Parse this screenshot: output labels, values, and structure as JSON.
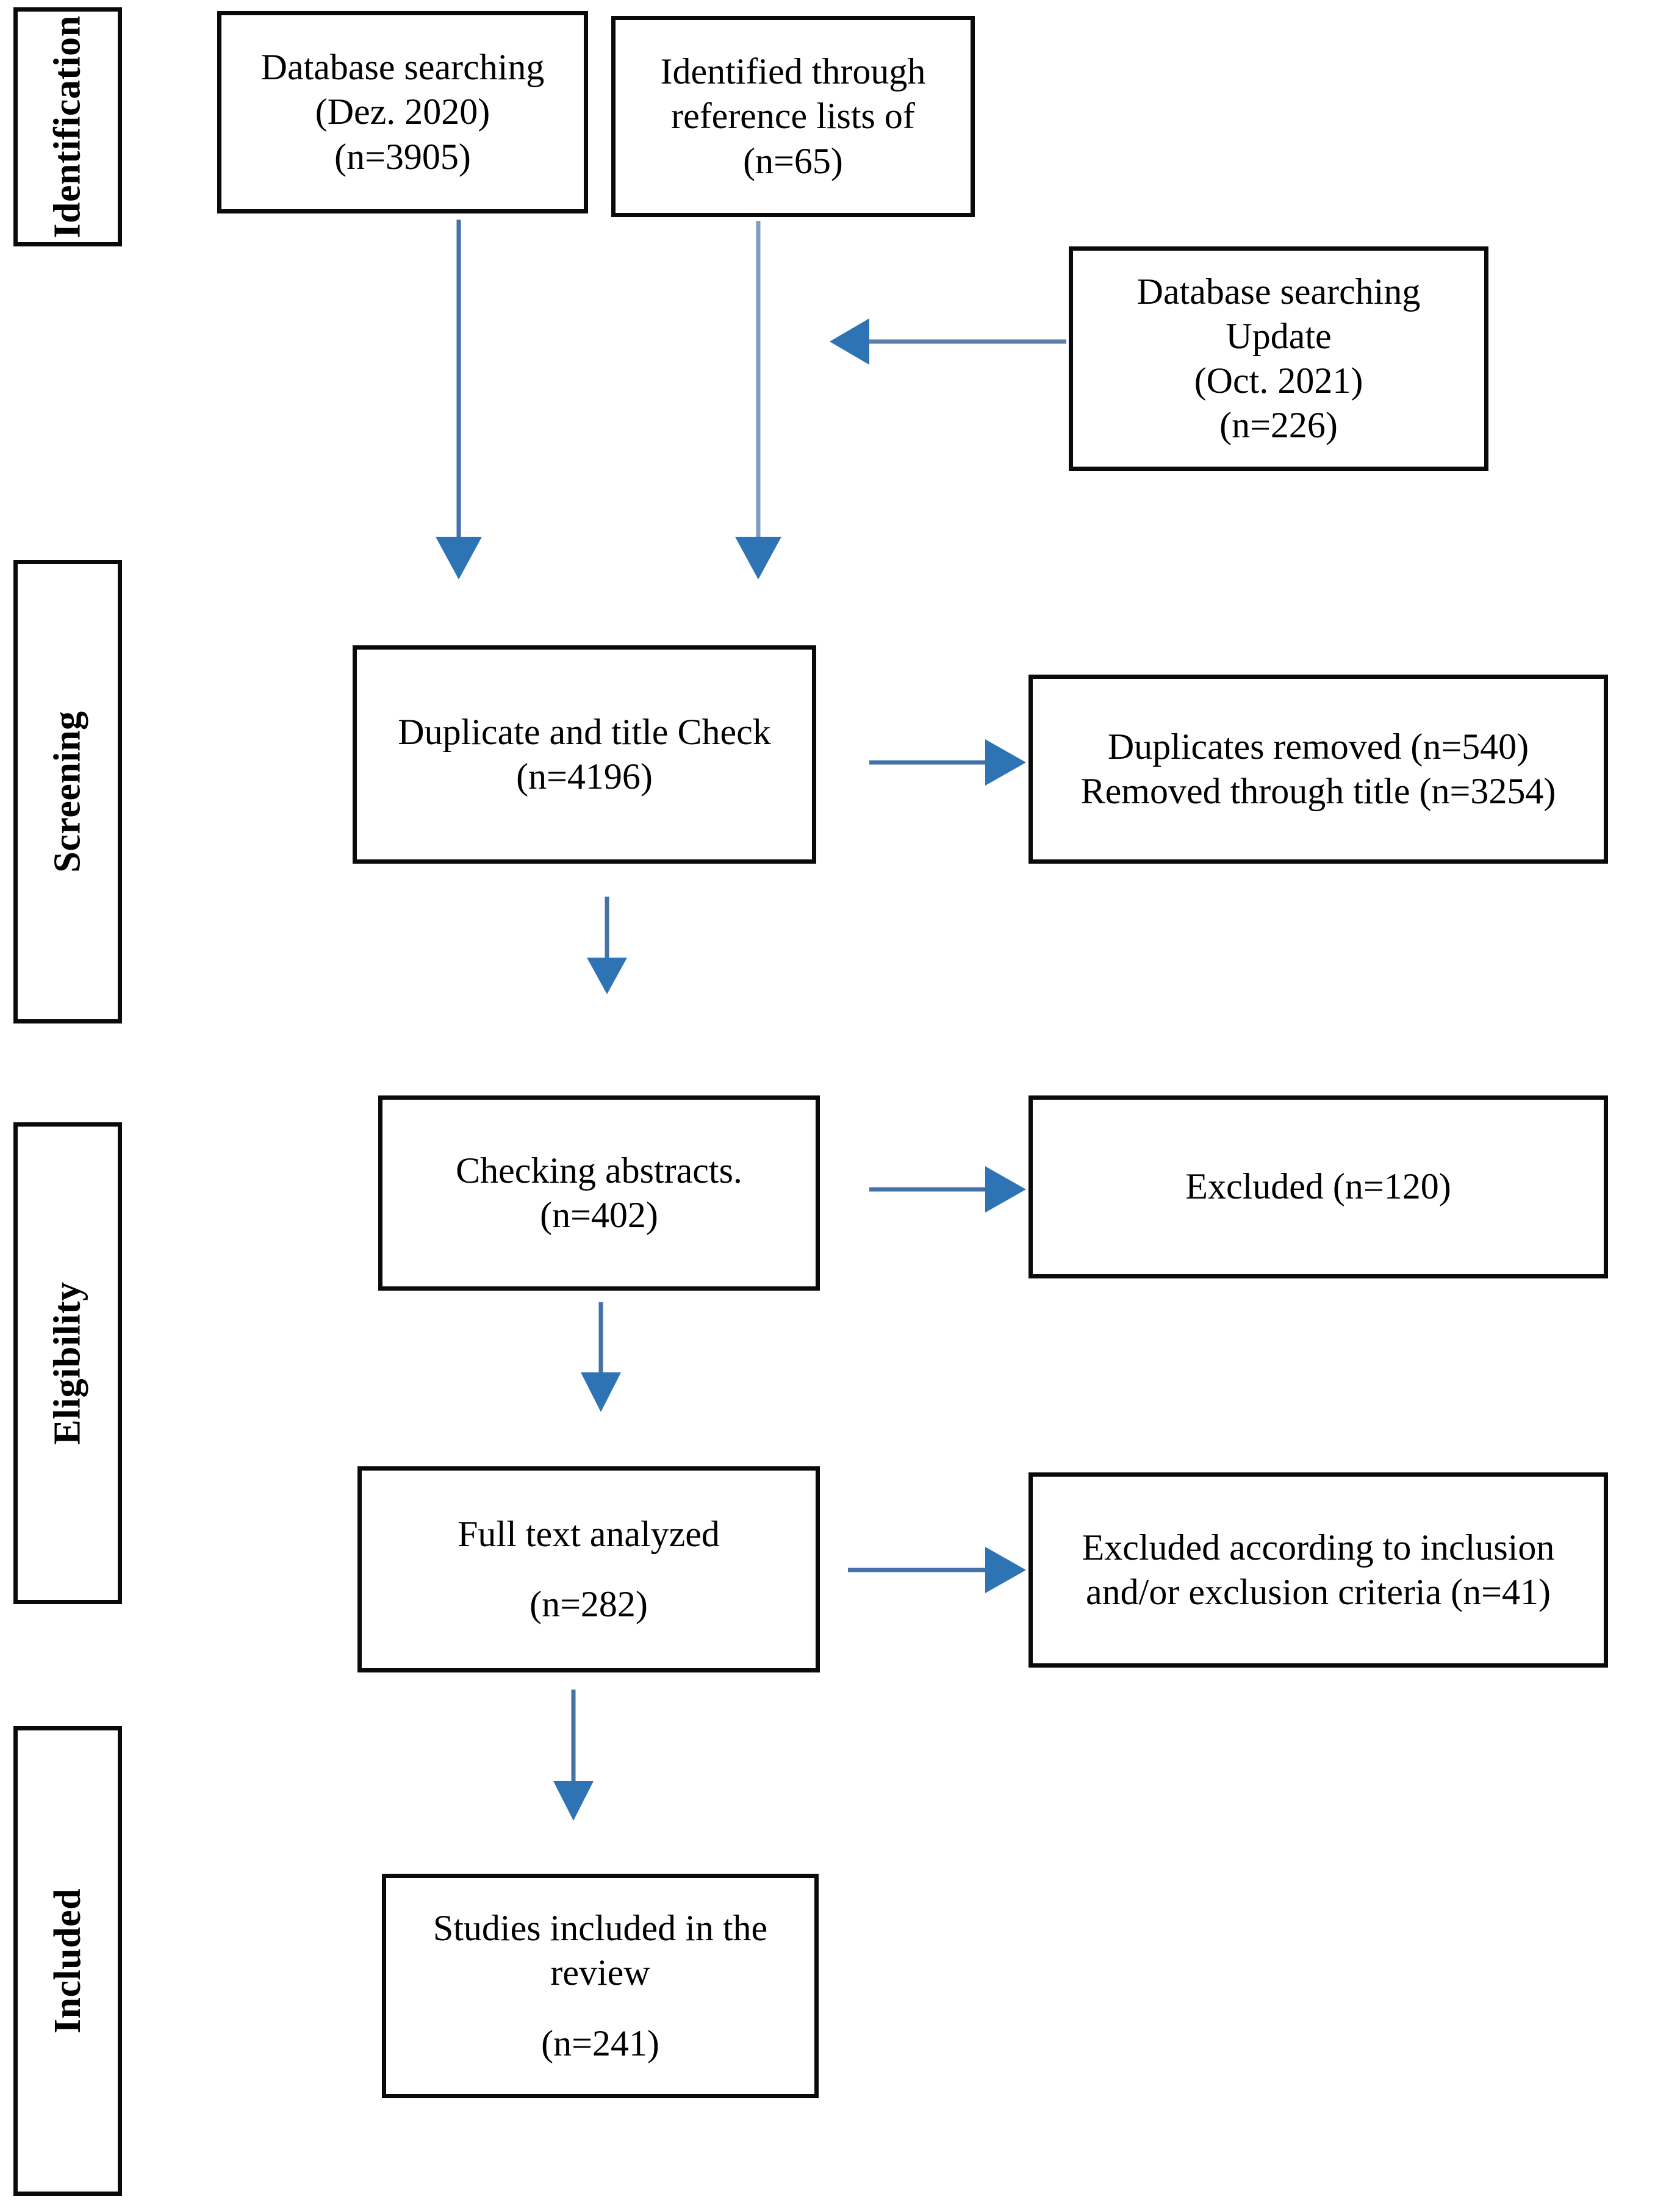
{
  "diagram": {
    "type": "prisma-flow-diagram",
    "arrow_color": "#2E74B5",
    "arrow_shaft_color": "#4472A8",
    "box_border_color": "#0A0A0A",
    "background_color": "#FFFFFF"
  },
  "stages": [
    {
      "label": "Identification"
    },
    {
      "label": "Screening"
    },
    {
      "label": "Eligibility"
    },
    {
      "label": "Included"
    }
  ],
  "boxes": {
    "database_searching": {
      "line1": "Database searching",
      "line2": "(Dez. 2020)",
      "line3": "(n=3905)"
    },
    "reference_lists": {
      "line1": "Identified through",
      "line2": "reference lists of",
      "line3": "(n=65)"
    },
    "database_update": {
      "line1": "Database searching",
      "line2": "Update",
      "line3": "(Oct. 2021)",
      "line4": "(n=226)"
    },
    "duplicate_title_check": {
      "line1": "Duplicate and title Check",
      "line2": "(n=4196)"
    },
    "duplicates_removed": {
      "line1": "Duplicates removed (n=540)",
      "line2": "Removed through title (n=3254)"
    },
    "checking_abstracts": {
      "line1": "Checking abstracts.",
      "line2": "(n=402)"
    },
    "excluded_abstracts": {
      "line1": "Excluded (n=120)"
    },
    "full_text_analyzed": {
      "line1": "Full text analyzed",
      "line2": "(n=282)"
    },
    "excluded_criteria": {
      "line1": "Excluded according to inclusion",
      "line2": "and/or exclusion criteria (n=41)"
    },
    "studies_included": {
      "line1": "Studies included in the",
      "line2": "review",
      "line3": "(n=241)"
    }
  },
  "counts": {
    "database_searching": 3905,
    "reference_lists": 65,
    "database_update": 226,
    "duplicate_title_check": 4196,
    "duplicates_removed": 540,
    "removed_through_title": 3254,
    "checking_abstracts": 402,
    "excluded_abstracts": 120,
    "full_text_analyzed": 282,
    "excluded_criteria": 41,
    "studies_included": 241
  }
}
